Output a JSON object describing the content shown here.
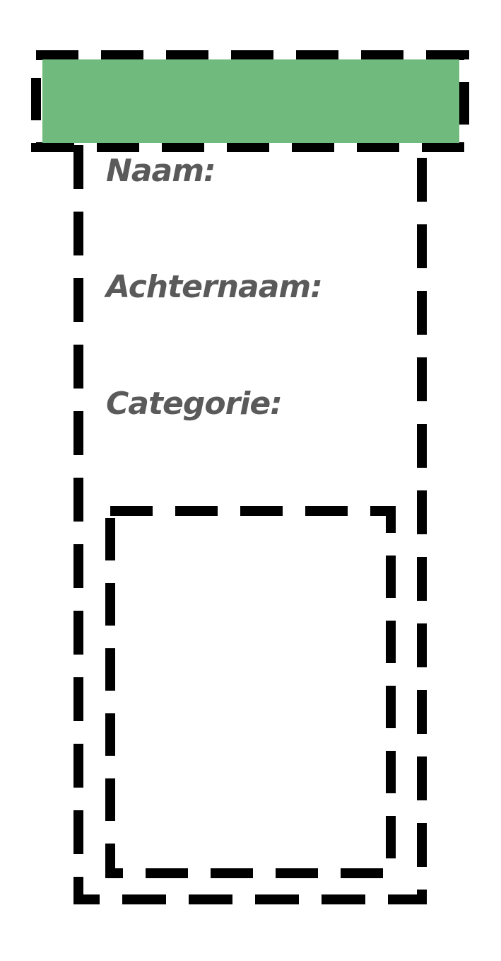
{
  "header": {
    "color": "#71ba7d"
  },
  "form": {
    "fields": [
      {
        "label": "Naam:"
      },
      {
        "label": "Achternaam:"
      },
      {
        "label": "Categorie:"
      }
    ]
  },
  "frame_color": "#000000",
  "label_color": "#5a5a5a",
  "image_placeholder": {
    "present": true
  }
}
